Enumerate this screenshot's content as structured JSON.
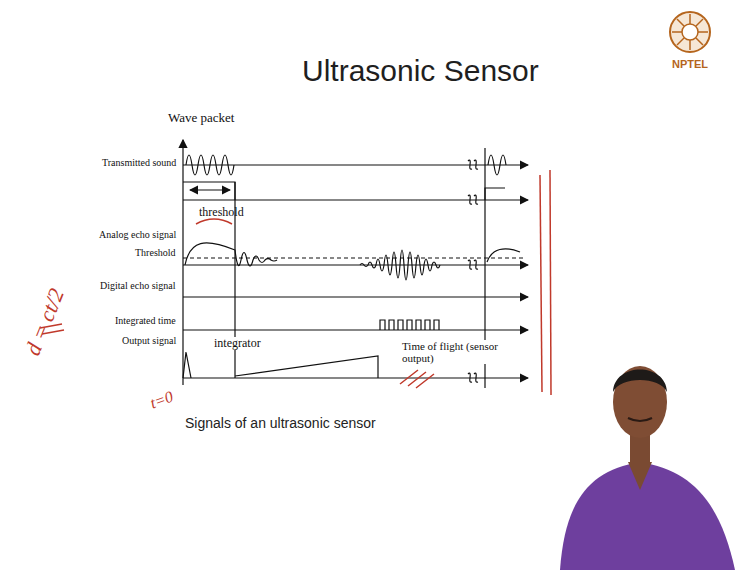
{
  "diagram": {
    "title": "Ultrasonic Sensor",
    "caption": "Signals of an ultrasonic sensor",
    "labels": [
      "NPTEL",
      "Wave packet",
      "Transmitted sound",
      "Analog echo signal",
      "Threshold",
      "Digital echo signal",
      "Integrated time",
      "Output signal",
      "threshold",
      "integrator",
      "Time of flight (sensor output)",
      "d = ct/2",
      "t=0"
    ]
  }
}
